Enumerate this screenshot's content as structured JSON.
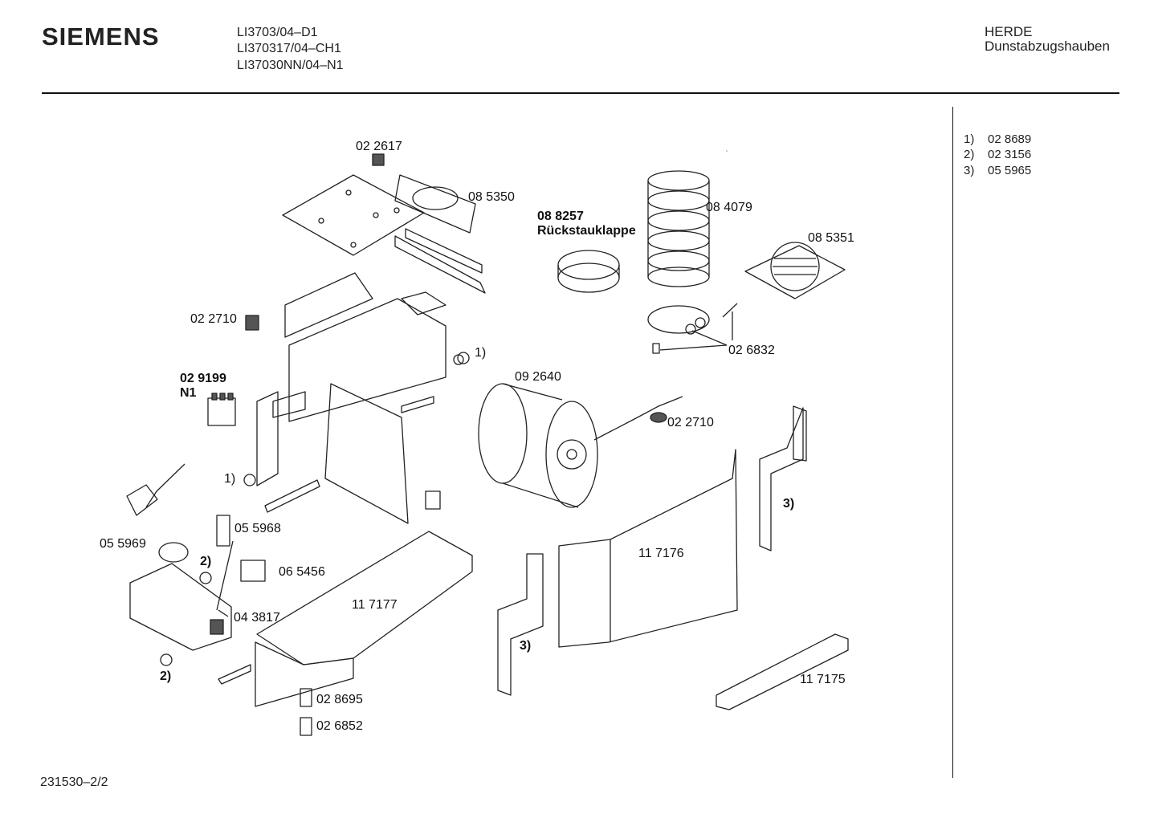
{
  "header": {
    "brand": "SIEMENS",
    "models": [
      "LI3703/04–D1",
      "LI370317/04–CH1",
      "LI37030NN/04–N1"
    ],
    "category": "HERDE",
    "subcategory": "Dunstabzugshauben"
  },
  "footnotes": [
    {
      "key": "1)",
      "value": "02 8689"
    },
    {
      "key": "2)",
      "value": "02 3156"
    },
    {
      "key": "3)",
      "value": "05 5965"
    }
  ],
  "parts": {
    "p022617": "02 2617",
    "p085350": "08 5350",
    "p088257": "08 8257",
    "p088257_name": "Rückstauklappe",
    "p084079": "08 4079",
    "p085351": "08 5351",
    "p022710_a": "02 2710",
    "p026832": "02 6832",
    "ref1_a": "1)",
    "p029199": "02 9199",
    "p029199_var": "N1",
    "p092640": "09 2640",
    "p022710_b": "02 2710",
    "ref3_a": "3)",
    "ref1_b": "1)",
    "p117176": "11 7176",
    "p055968": "05 5968",
    "p055969": "05 5969",
    "ref2_a": "2)",
    "p065456": "06 5456",
    "p117177": "11 7177",
    "p043817": "04 3817",
    "ref3_b": "3)",
    "ref2_b": "2)",
    "p117175": "11 7175",
    "p028695": "02 8695",
    "p026852": "02 6852"
  },
  "footer": {
    "doc_id": "231530–2/2"
  }
}
